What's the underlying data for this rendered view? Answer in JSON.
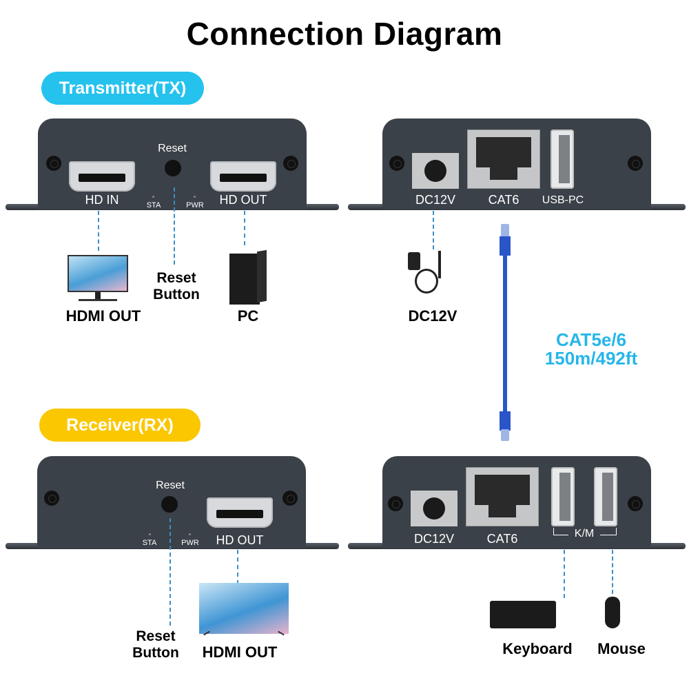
{
  "title": "Connection Diagram",
  "sections": {
    "transmitter": {
      "badge": "Transmitter(TX)",
      "badge_color": "#25c2ee",
      "front_panel": {
        "reset": "Reset",
        "ports": [
          "HD IN",
          "HD OUT"
        ],
        "leds": [
          "STA",
          "PWR"
        ]
      },
      "back_panel": {
        "ports": [
          "DC12V",
          "CAT6",
          "USB-PC"
        ]
      },
      "peripherals": {
        "monitor": "HDMI OUT",
        "reset_button": [
          "Reset",
          "Button"
        ],
        "pc": "PC",
        "power_adapter": "DC12V"
      }
    },
    "receiver": {
      "badge": "Receiver(RX)",
      "badge_color": "#fac700",
      "front_panel": {
        "reset": "Reset",
        "ports": [
          "HD OUT"
        ],
        "leds": [
          "STA",
          "PWR"
        ]
      },
      "back_panel": {
        "ports": [
          "DC12V",
          "CAT6"
        ],
        "usb_group": "K/M"
      },
      "peripherals": {
        "reset_button": [
          "Reset",
          "Button"
        ],
        "tv": "HDMI OUT",
        "keyboard": "Keyboard",
        "mouse": "Mouse"
      }
    }
  },
  "cable": {
    "line1": "CAT5e/6",
    "line2": "150m/492ft",
    "color": "#2a55c9"
  }
}
